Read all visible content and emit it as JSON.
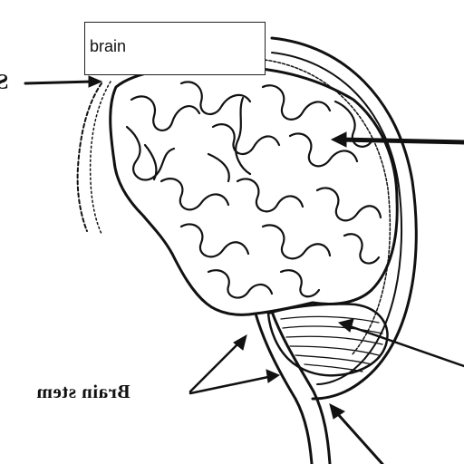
{
  "diagram": {
    "answer_box_text": "brain",
    "stem_label": "Brain stem",
    "left_cut_label": "S",
    "colors": {
      "ink": "#111111",
      "background": "#ffffff",
      "box_border": "#222222"
    }
  }
}
